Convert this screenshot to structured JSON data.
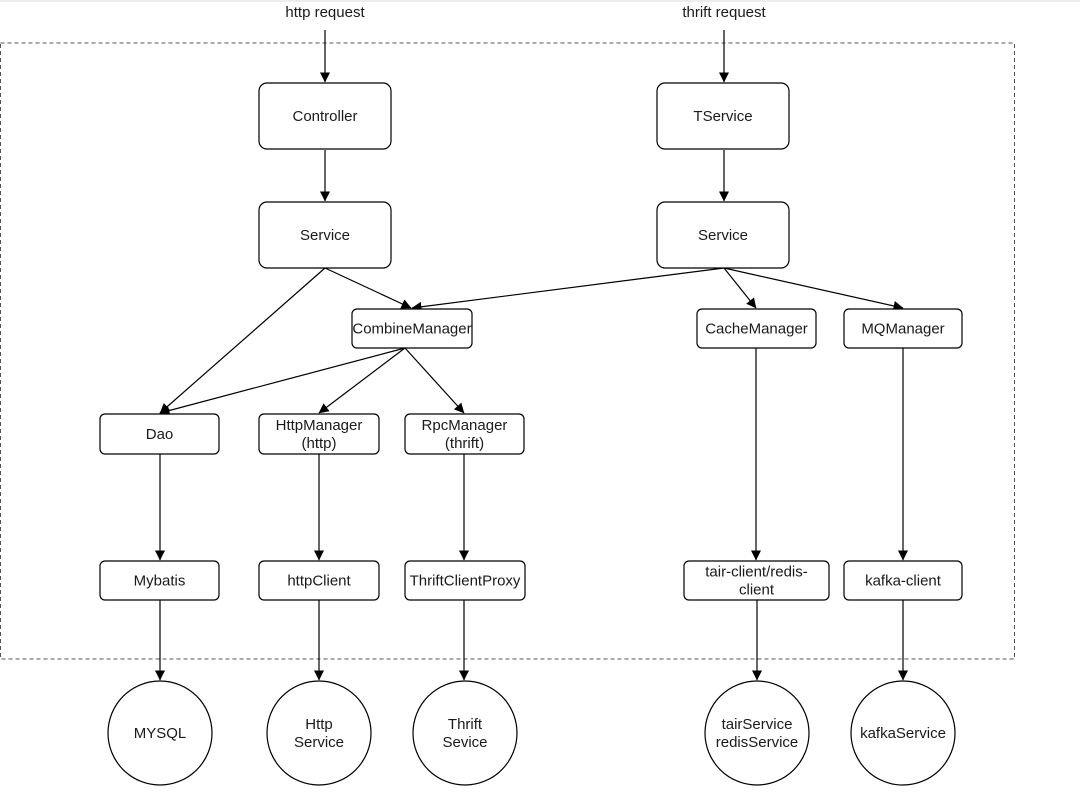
{
  "inputs": {
    "http_label": "http request",
    "thrift_label": "thrift request"
  },
  "nodes": {
    "controller": "Controller",
    "tservice": "TService",
    "service_left": "Service",
    "service_right": "Service",
    "combine_manager": "CombineManager",
    "cache_manager": "CacheManager",
    "mq_manager": "MQManager",
    "dao": "Dao",
    "http_manager": [
      "HttpManager",
      "(http)"
    ],
    "rpc_manager": [
      "RpcManager",
      "(thrift)"
    ],
    "mybatis": "Mybatis",
    "http_client": "httpClient",
    "thrift_client_proxy": "ThriftClientProxy",
    "tair_redis_client": [
      "tair-client/redis-",
      "client"
    ],
    "kafka_client": "kafka-client"
  },
  "externals": {
    "mysql": [
      "MYSQL"
    ],
    "http_service": [
      "Http",
      "Service"
    ],
    "thrift_service": [
      "Thrift",
      "Sevice"
    ],
    "tair_redis_service": [
      "tairService",
      "redisService"
    ],
    "kafka_service": [
      "kafkaService"
    ]
  },
  "edges": [
    [
      "http_label",
      "controller"
    ],
    [
      "thrift_label",
      "tservice"
    ],
    [
      "controller",
      "service_left"
    ],
    [
      "tservice",
      "service_right"
    ],
    [
      "service_left",
      "combine_manager"
    ],
    [
      "service_left",
      "dao"
    ],
    [
      "service_right",
      "combine_manager"
    ],
    [
      "service_right",
      "cache_manager"
    ],
    [
      "service_right",
      "mq_manager"
    ],
    [
      "combine_manager",
      "dao"
    ],
    [
      "combine_manager",
      "http_manager"
    ],
    [
      "combine_manager",
      "rpc_manager"
    ],
    [
      "dao",
      "mybatis"
    ],
    [
      "http_manager",
      "http_client"
    ],
    [
      "rpc_manager",
      "thrift_client_proxy"
    ],
    [
      "cache_manager",
      "tair_redis_client"
    ],
    [
      "mq_manager",
      "kafka_client"
    ],
    [
      "mybatis",
      "mysql"
    ],
    [
      "http_client",
      "http_service"
    ],
    [
      "thrift_client_proxy",
      "thrift_service"
    ],
    [
      "tair_redis_client",
      "tair_redis_service"
    ],
    [
      "kafka_client",
      "kafka_service"
    ]
  ]
}
